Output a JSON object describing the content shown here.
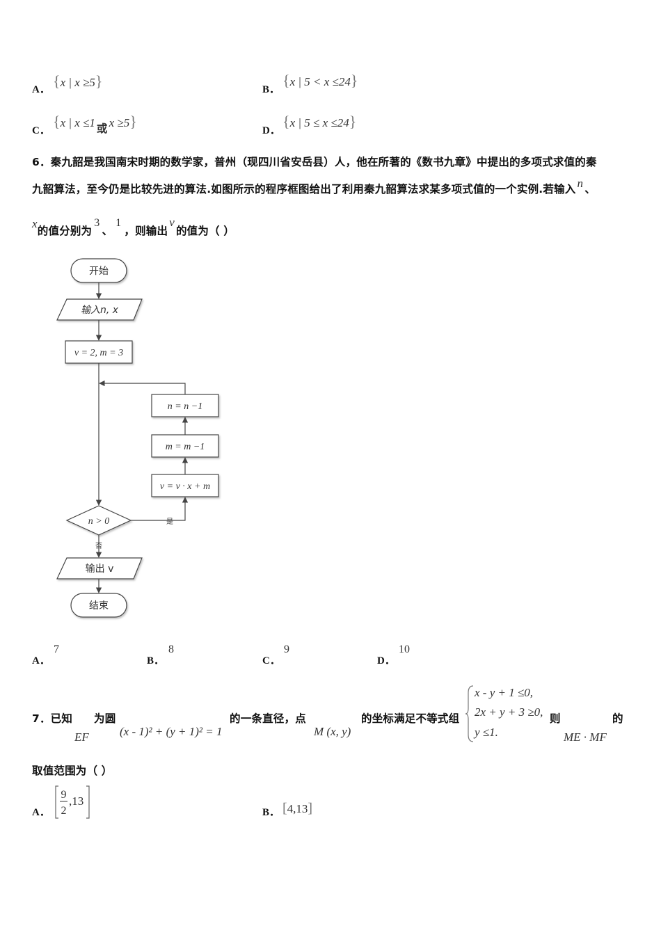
{
  "q5_options": {
    "a_label": "A．",
    "a_expr": "x | x ≥5",
    "b_label": "B．",
    "b_expr": "x | 5 < x ≤24",
    "c_label": "C．",
    "c_expr1": "x | x ≤1",
    "c_or": "或",
    "c_expr2": "x ≥5",
    "d_label": "D．",
    "d_expr": "x | 5 ≤ x ≤24"
  },
  "q6": {
    "line1": "6．秦九韶是我国南宋时期的数学家，普州（现四川省安岳县）人，他在所著的《数书九章》中提出的多项式求值的秦",
    "line2_text": "九韶算法，至今仍是比较先进的算法.如图所示的程序框图给出了利用秦九韶算法求某多项式值的一个实例.若输入",
    "line2_var": "n",
    "line2_end": "、",
    "line3_var_x": "x",
    "line3_text1": "的值分别为",
    "line3_val1": "3",
    "line3_sep": "、",
    "line3_val2": "1",
    "line3_text2": "，则输出",
    "line3_var_v": "v",
    "line3_text3": "的值为（    ）",
    "flow": {
      "start": "开始",
      "input": "输入n, x",
      "init": "v = 2, m = 3",
      "step_n": "n = n −1",
      "step_m": "m = m −1",
      "step_v": "v = v · x + m",
      "cond": "n > 0",
      "yes": "是",
      "no": "否",
      "output": "输出 v",
      "end": "结束"
    },
    "options": [
      {
        "label": "A．",
        "value": "7"
      },
      {
        "label": "B．",
        "value": "8"
      },
      {
        "label": "C．",
        "value": "9"
      },
      {
        "label": "D．",
        "value": "10"
      }
    ]
  },
  "q7": {
    "t1": "7．已知",
    "ef": "EF",
    "t2": "为圆",
    "circle": "(x - 1)² + (y + 1)² = 1",
    "t3": "的一条直径，点",
    "m": "M (x, y)",
    "t4": "的坐标满足不等式组",
    "ineq1": "x -  y + 1 ≤0,",
    "ineq2": "2x + y + 3 ≥0,",
    "ineq3": "y ≤1.",
    "t5": "则",
    "dot": "ME · MF",
    "t6": "的",
    "line2": "取值范围为（    ）",
    "a_label": "A．",
    "a_frac_num": "9",
    "a_frac_den": "2",
    "a_rest": ",13",
    "b_label": "B．",
    "b_expr": "4,13"
  }
}
